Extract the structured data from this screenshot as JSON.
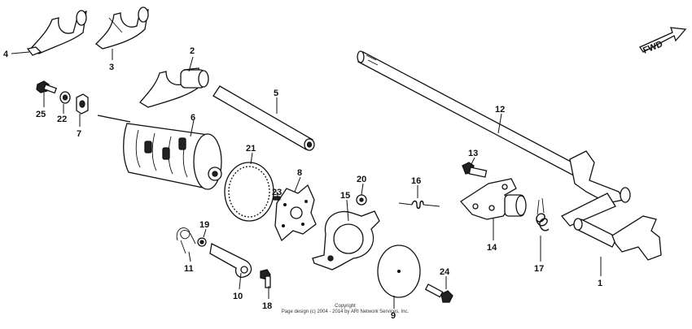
{
  "diagram": {
    "fwd_label": "FWD",
    "copyright_line1": "Copyright",
    "copyright_line2": "Page design (c) 2004 - 2014 by ARI Network Services, Inc.",
    "callouts": [
      {
        "id": "1",
        "name": "callout-1"
      },
      {
        "id": "2",
        "name": "callout-2"
      },
      {
        "id": "3",
        "name": "callout-3"
      },
      {
        "id": "4",
        "name": "callout-4"
      },
      {
        "id": "5",
        "name": "callout-5"
      },
      {
        "id": "6",
        "name": "callout-6"
      },
      {
        "id": "7",
        "name": "callout-7"
      },
      {
        "id": "8",
        "name": "callout-8"
      },
      {
        "id": "9",
        "name": "callout-9"
      },
      {
        "id": "10",
        "name": "callout-10"
      },
      {
        "id": "11",
        "name": "callout-11"
      },
      {
        "id": "12",
        "name": "callout-12"
      },
      {
        "id": "13",
        "name": "callout-13"
      },
      {
        "id": "14",
        "name": "callout-14"
      },
      {
        "id": "15",
        "name": "callout-15"
      },
      {
        "id": "16",
        "name": "callout-16"
      },
      {
        "id": "17",
        "name": "callout-17"
      },
      {
        "id": "18",
        "name": "callout-18"
      },
      {
        "id": "19",
        "name": "callout-19"
      },
      {
        "id": "20",
        "name": "callout-20"
      },
      {
        "id": "21",
        "name": "callout-21"
      },
      {
        "id": "22",
        "name": "callout-22"
      },
      {
        "id": "23",
        "name": "callout-23"
      },
      {
        "id": "24",
        "name": "callout-24"
      },
      {
        "id": "25",
        "name": "callout-25"
      }
    ]
  }
}
